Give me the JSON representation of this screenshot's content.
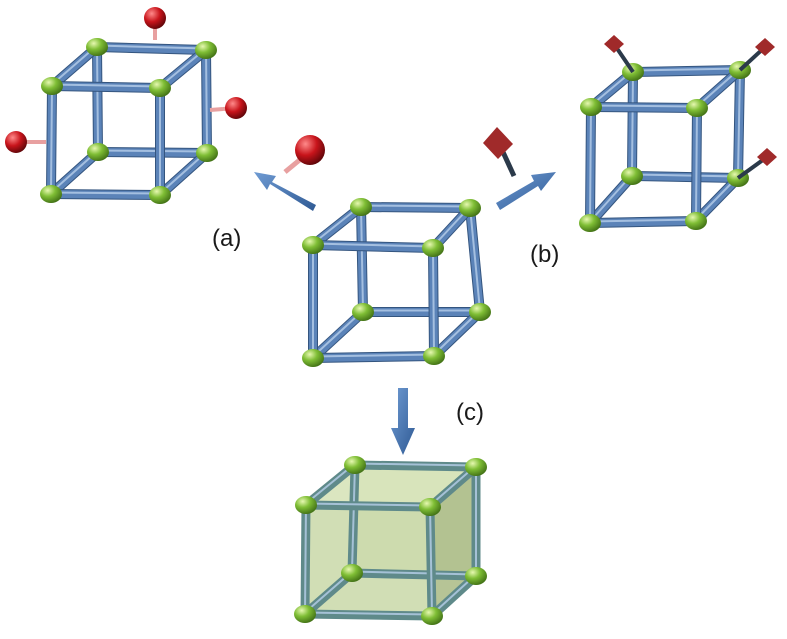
{
  "labels": {
    "a": "(a)",
    "b": "(b)",
    "c": "(c)"
  },
  "colors": {
    "rod": "#5b83b8",
    "rod_highlight": "#a9c4e4",
    "rod_dark": "#34557f",
    "node": "#7fbe35",
    "node_highlight": "#d9f29a",
    "node_dark": "#3f6e14",
    "ball_group": "#c8141b",
    "ball_link": "#e8a0a0",
    "diamond_group": "#a02a2a",
    "diamond_link": "#2b3a4a",
    "arrow": "#3f6fae",
    "filled_cube": "#c9d8a8",
    "filled_rod": "#5f8a8a"
  },
  "icons": [
    "cube-framework-icon",
    "red-sphere-group-icon",
    "red-diamond-group-icon",
    "arrow-icon"
  ]
}
